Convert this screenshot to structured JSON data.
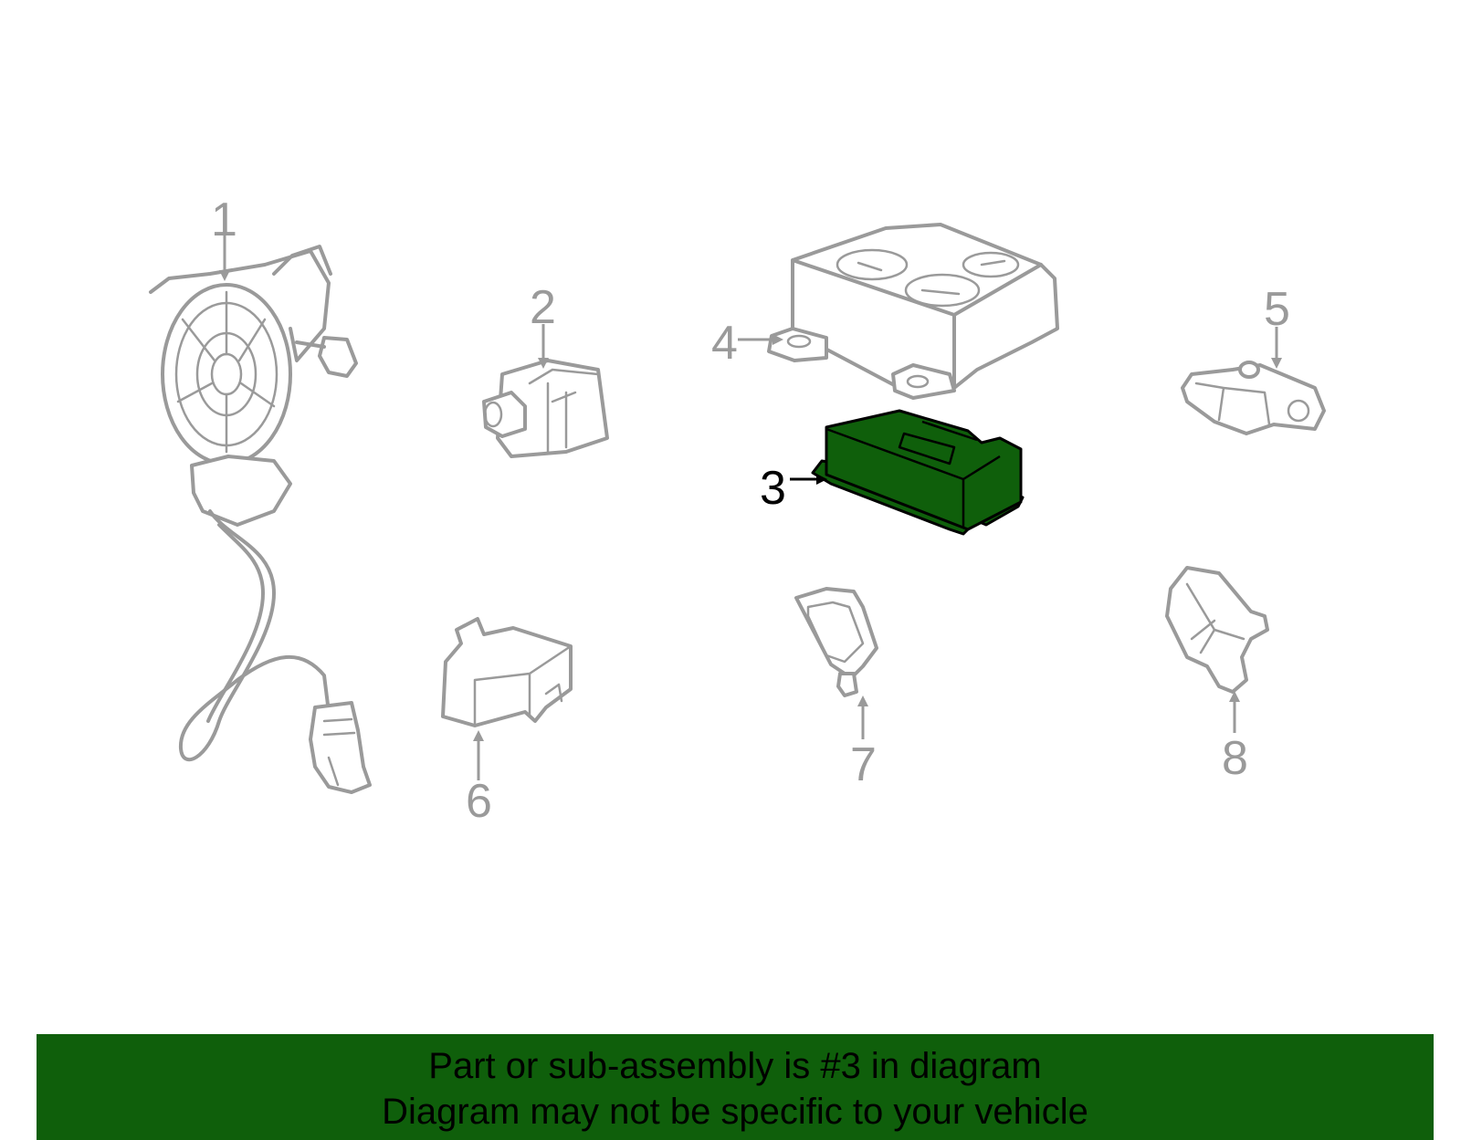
{
  "callouts": [
    {
      "number": "1",
      "highlighted": false
    },
    {
      "number": "2",
      "highlighted": false
    },
    {
      "number": "3",
      "highlighted": true
    },
    {
      "number": "4",
      "highlighted": false
    },
    {
      "number": "5",
      "highlighted": false
    },
    {
      "number": "6",
      "highlighted": false
    },
    {
      "number": "7",
      "highlighted": false
    },
    {
      "number": "8",
      "highlighted": false
    }
  ],
  "colors": {
    "highlight_fill": "#0f5f0b",
    "part_outline": "#9a9a9a",
    "banner_bg": "#0f5f0b"
  },
  "banner": {
    "line1": "Part or sub-assembly is #3 in diagram",
    "line2": "Diagram may not be specific to your vehicle"
  }
}
